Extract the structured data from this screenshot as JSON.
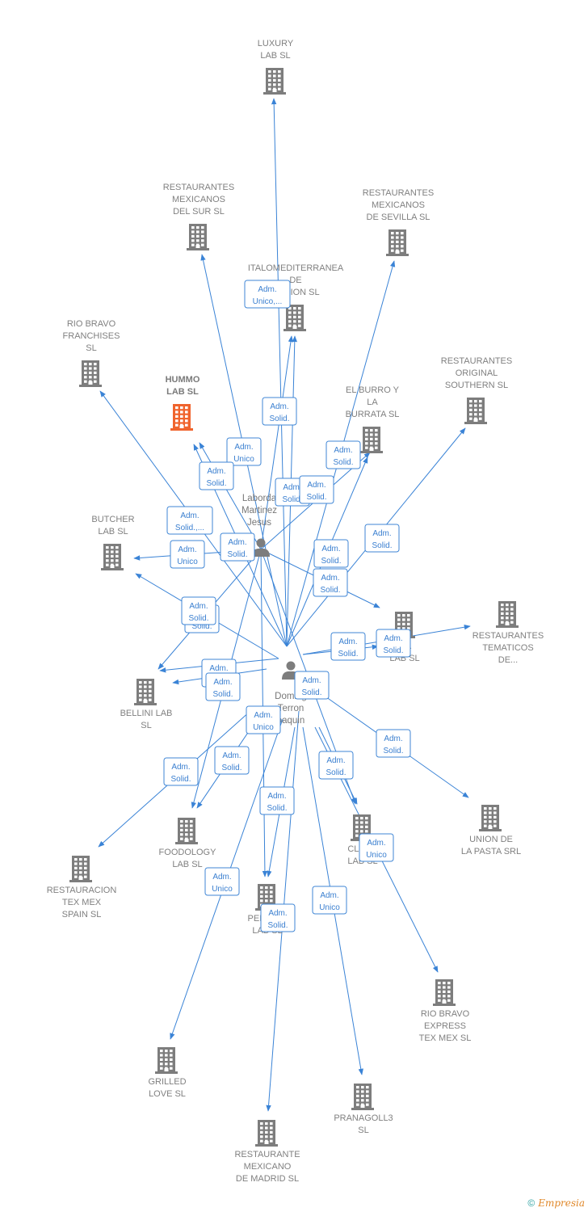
{
  "colors": {
    "edge": "#3a83d6",
    "company": "#7d7d7d",
    "company_main": "#f0642d",
    "person": "#7d7d7d"
  },
  "companies": [
    {
      "id": "luxury",
      "lines": [
        "LUXURY",
        "LAB  SL"
      ]
    },
    {
      "id": "rm_sur",
      "lines": [
        "RESTAURANTES",
        "MEXICANOS",
        "DEL SUR SL"
      ]
    },
    {
      "id": "rm_sev",
      "lines": [
        "RESTAURANTES",
        "MEXICANOS",
        "DE SEVILLA  SL"
      ]
    },
    {
      "id": "italo",
      "lines": [
        "ITALOMEDITERRANEA",
        "DE",
        "RACION SL"
      ]
    },
    {
      "id": "riobravo_fr",
      "lines": [
        "RIO BRAVO",
        "FRANCHISES",
        "SL"
      ]
    },
    {
      "id": "hummo",
      "lines": [
        "HUMMO",
        "LAB  SL"
      ],
      "main": true
    },
    {
      "id": "burro",
      "lines": [
        "EL BURRO Y",
        "LA",
        "BURRATA  SL"
      ]
    },
    {
      "id": "southern",
      "lines": [
        "RESTAURANTES",
        "ORIGINAL",
        "SOUTHERN SL"
      ]
    },
    {
      "id": "butcher",
      "lines": [
        "BUTCHER",
        "LAB  SL"
      ]
    },
    {
      "id": "tematicos",
      "lines": [
        "RESTAURANTES",
        "TEMATICOS",
        "DE..."
      ]
    },
    {
      "id": "lia",
      "lines": [
        "LIA",
        "LAB  SL"
      ]
    },
    {
      "id": "bellini",
      "lines": [
        "BELLINI LAB",
        "SL"
      ]
    },
    {
      "id": "unionpasta",
      "lines": [
        "UNION DE",
        "LA PASTA SRL"
      ]
    },
    {
      "id": "foodology",
      "lines": [
        "FOODOLOGY",
        "LAB  SL"
      ]
    },
    {
      "id": "clandestino",
      "lines": [
        "CLAND",
        "LAB  SL"
      ]
    },
    {
      "id": "texmex_spain",
      "lines": [
        "RESTAURACION",
        "TEX MEX",
        "SPAIN  SL"
      ]
    },
    {
      "id": "pepper",
      "lines": [
        "PEPER        O",
        "LAB  SL"
      ]
    },
    {
      "id": "rb_express",
      "lines": [
        "RIO BRAVO",
        "EXPRESS",
        "TEX MEX  SL"
      ]
    },
    {
      "id": "grilled",
      "lines": [
        "GRILLED",
        "LOVE  SL"
      ]
    },
    {
      "id": "pranagoll",
      "lines": [
        "PRANAGOLL3",
        "SL"
      ]
    },
    {
      "id": "rm_madrid",
      "lines": [
        "RESTAURANTE",
        "MEXICANO",
        "DE MADRID  SL"
      ]
    }
  ],
  "persons": [
    {
      "id": "laborda",
      "lines": [
        "Laborda",
        "Martinez",
        "Jesus"
      ]
    },
    {
      "id": "domingo",
      "lines": [
        "Doming",
        "Terron",
        "oaquin"
      ]
    }
  ],
  "badges": [
    {
      "id": "b1",
      "lines": [
        "Adm.",
        "Unico,..."
      ]
    },
    {
      "id": "b2",
      "lines": [
        "Adm.",
        "Solid."
      ]
    },
    {
      "id": "b3",
      "lines": [
        "Adm.",
        "Unico"
      ]
    },
    {
      "id": "b4",
      "lines": [
        "Adm.",
        "Solid."
      ]
    },
    {
      "id": "b5",
      "lines": [
        "Adm.",
        "Solid."
      ]
    },
    {
      "id": "b6",
      "lines": [
        "Adm.",
        "Solid."
      ]
    },
    {
      "id": "b7",
      "lines": [
        "Adm.",
        "Solid."
      ]
    },
    {
      "id": "b8",
      "lines": [
        "Adm.",
        "Solid.,..."
      ]
    },
    {
      "id": "b9",
      "lines": [
        "Adm.",
        "Solid."
      ]
    },
    {
      "id": "b10",
      "lines": [
        "Adm.",
        "Unico"
      ]
    },
    {
      "id": "b11",
      "lines": [
        "Adm.",
        "Solid."
      ]
    },
    {
      "id": "b12",
      "lines": [
        "Adm.",
        "Solid."
      ]
    },
    {
      "id": "b13",
      "lines": [
        "Adm.",
        "Solid."
      ]
    },
    {
      "id": "b14",
      "lines": [
        "Adm.",
        "Solid."
      ]
    },
    {
      "id": "b15",
      "lines": [
        "Adm.",
        "Solid."
      ]
    },
    {
      "id": "b16",
      "lines": [
        "Adm.",
        "Solid."
      ]
    },
    {
      "id": "b17",
      "lines": [
        "Adm.",
        "Solid."
      ]
    },
    {
      "id": "b18",
      "lines": [
        "Adm.",
        "Solid."
      ]
    },
    {
      "id": "b19",
      "lines": [
        "Adm.",
        "Solid."
      ]
    },
    {
      "id": "b20",
      "lines": [
        "Adm.",
        "Solid."
      ]
    },
    {
      "id": "b21",
      "lines": [
        "Adm.",
        "Unico"
      ]
    },
    {
      "id": "b22",
      "lines": [
        "Adm.",
        "Solid."
      ]
    },
    {
      "id": "b23",
      "lines": [
        "Adm.",
        "Solid."
      ]
    },
    {
      "id": "b24",
      "lines": [
        "Adm.",
        "Solid."
      ]
    },
    {
      "id": "b25",
      "lines": [
        "Adm.",
        "Solid."
      ]
    },
    {
      "id": "b26",
      "lines": [
        "Adm.",
        "Solid."
      ]
    },
    {
      "id": "b27",
      "lines": [
        "Adm.",
        "Unico"
      ]
    },
    {
      "id": "b28",
      "lines": [
        "Adm.",
        "Unico"
      ]
    },
    {
      "id": "b29",
      "lines": [
        "Adm.",
        "Unico"
      ]
    },
    {
      "id": "b30",
      "lines": [
        "Adm.",
        "Solid."
      ]
    }
  ],
  "footer": {
    "copyright": "©",
    "brand": "Empresia"
  }
}
